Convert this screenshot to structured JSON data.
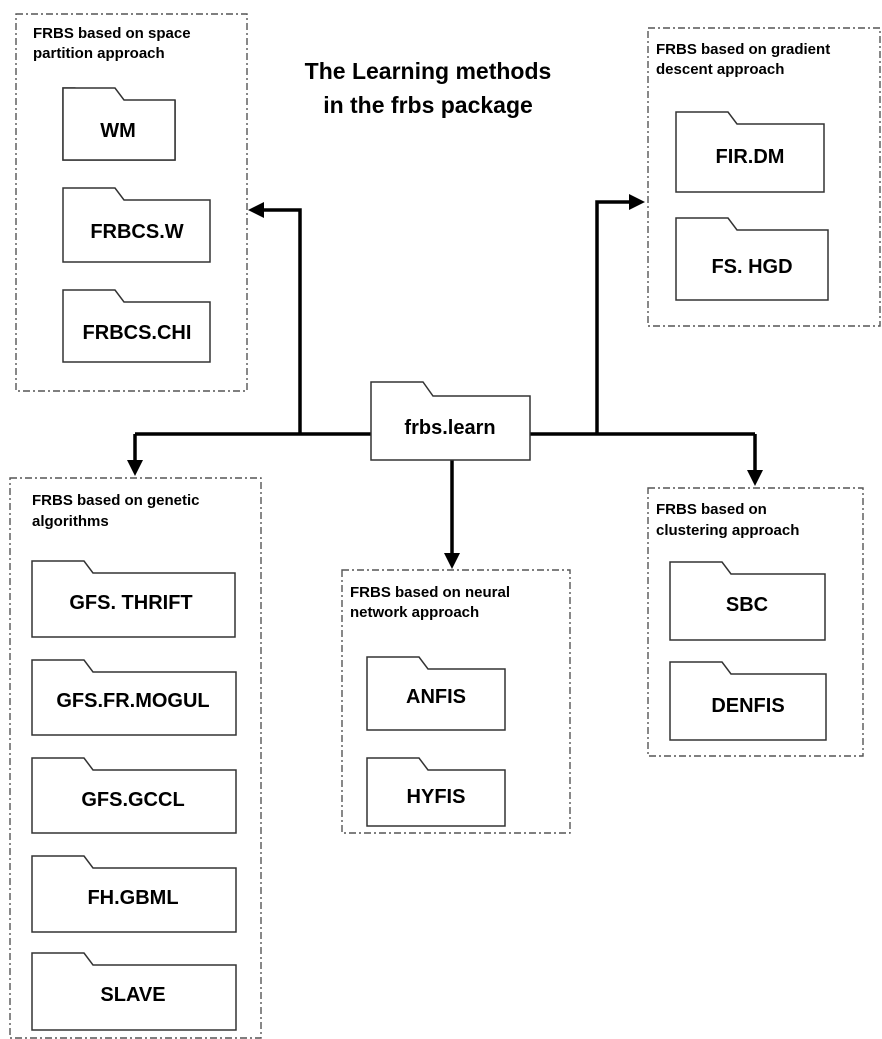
{
  "title": {
    "line1": "The Learning methods",
    "line2": "in the frbs package"
  },
  "root": {
    "label": "frbs.learn"
  },
  "groups": [
    {
      "id": "space-partition",
      "label_lines": [
        "FRBS based on space",
        "partition approach"
      ],
      "methods": [
        "WM",
        "FRBCS.W",
        "FRBCS.CHI"
      ]
    },
    {
      "id": "gradient-descent",
      "label_lines": [
        "FRBS based on gradient",
        "descent approach"
      ],
      "methods": [
        "FIR.DM",
        "FS. HGD"
      ]
    },
    {
      "id": "genetic",
      "label_lines": [
        "FRBS based on genetic",
        "algorithms"
      ],
      "methods": [
        "GFS. THRIFT",
        "GFS.FR.MOGUL",
        "GFS.GCCL",
        "FH.GBML",
        "SLAVE"
      ]
    },
    {
      "id": "neural-network",
      "label_lines": [
        "FRBS based on neural",
        "network approach"
      ],
      "methods": [
        "ANFIS",
        "HYFIS"
      ]
    },
    {
      "id": "clustering",
      "label_lines": [
        "FRBS based on",
        "clustering approach"
      ],
      "methods": [
        "SBC",
        "DENFIS"
      ]
    }
  ]
}
